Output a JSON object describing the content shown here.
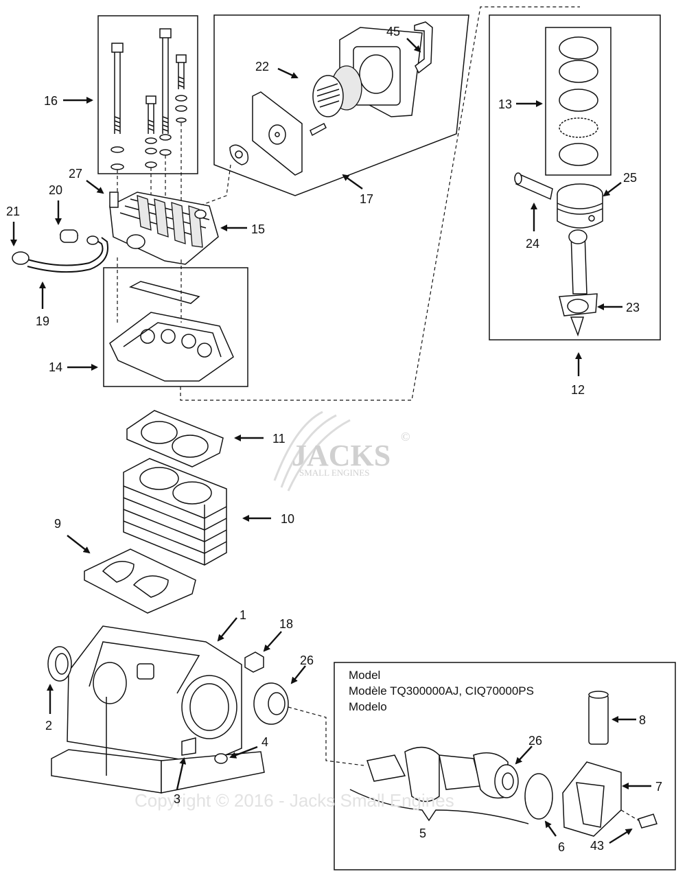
{
  "watermark": {
    "logo_text": "JACKS",
    "logo_sub": "SMALL ENGINES",
    "logo_mark": "©",
    "copyright": "Copyright © 2016 - Jacks Small Engines"
  },
  "model_box": {
    "line1": "Model",
    "line2": "Modèle TQ300000AJ, CIQ70000PS",
    "line3": "Modelo"
  },
  "callouts": {
    "c1": "1",
    "c2": "2",
    "c3": "3",
    "c4": "4",
    "c5": "5",
    "c6": "6",
    "c7": "7",
    "c8": "8",
    "c9": "9",
    "c10": "10",
    "c11": "11",
    "c12": "12",
    "c13": "13",
    "c14": "14",
    "c15": "15",
    "c16": "16",
    "c17": "17",
    "c18": "18",
    "c19": "19",
    "c20": "20",
    "c21": "21",
    "c22": "22",
    "c23": "23",
    "c24": "24",
    "c25": "25",
    "c26a": "26",
    "c26b": "26",
    "c27": "27",
    "c43": "43",
    "c45": "45"
  },
  "colors": {
    "line": "#111111",
    "watermark": "#d0d0d0"
  }
}
